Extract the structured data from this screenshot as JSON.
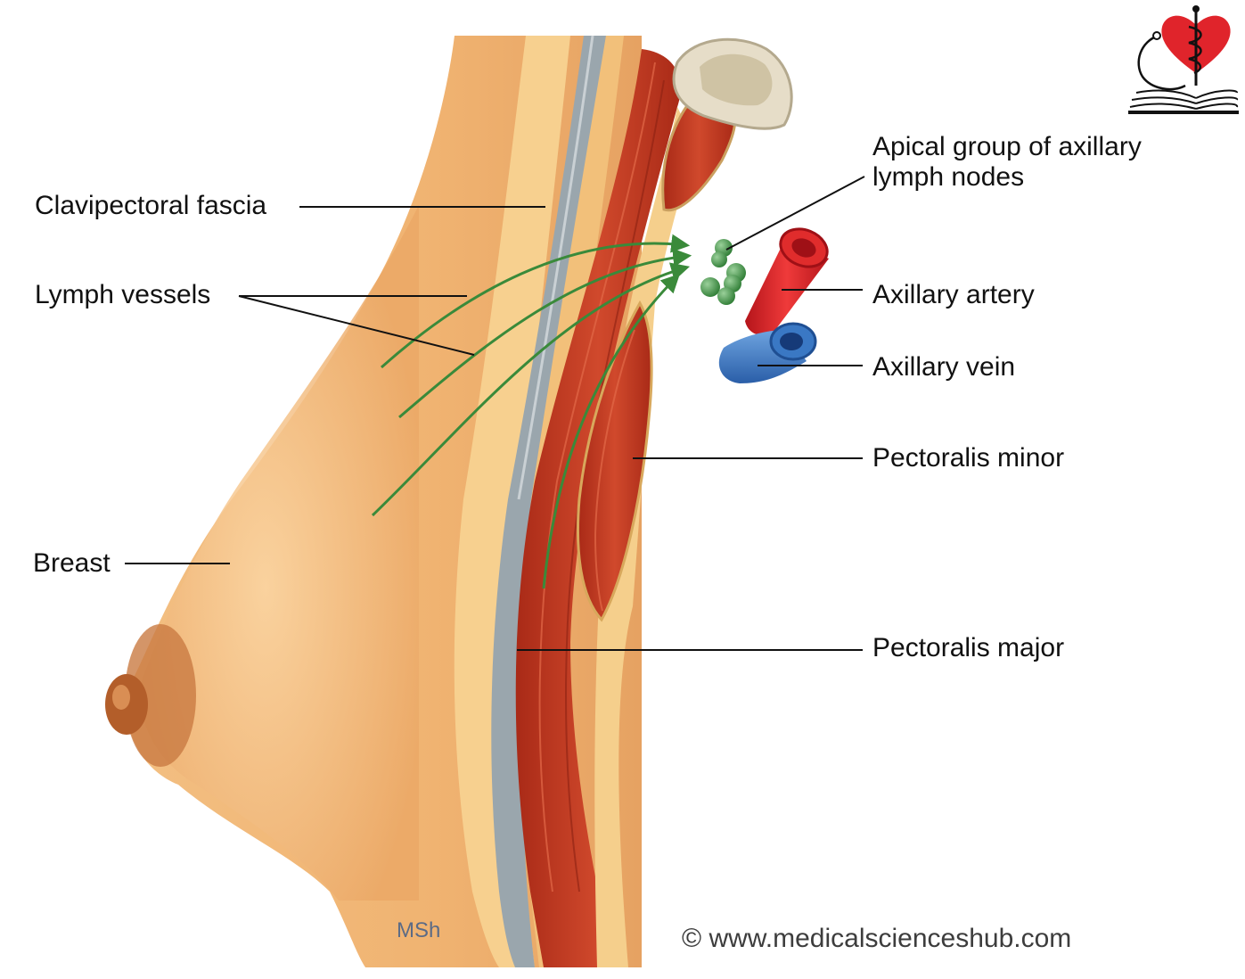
{
  "labels": {
    "clavipectoral_fascia": "Clavipectoral fascia",
    "lymph_vessels": "Lymph vessels",
    "breast": "Breast",
    "apical_group_line1": "Apical group of axillary",
    "apical_group_line2": "lymph nodes",
    "axillary_artery": "Axillary artery",
    "axillary_vein": "Axillary vein",
    "pectoralis_minor": "Pectoralis minor",
    "pectoralis_major": "Pectoralis major"
  },
  "signature": "MSh",
  "copyright": "© www.medicalscienceshub.com",
  "colors": {
    "skin": "#f0b070",
    "fascia": "#9aa6ad",
    "muscle": "#c23a22",
    "lymph": "#3a8a3a",
    "artery": "#d9262b",
    "vein": "#2f6db3",
    "bone": "#e4ded0"
  },
  "icons": [
    "heart-caduceus-logo",
    "open-book-icon",
    "stethoscope-icon"
  ]
}
